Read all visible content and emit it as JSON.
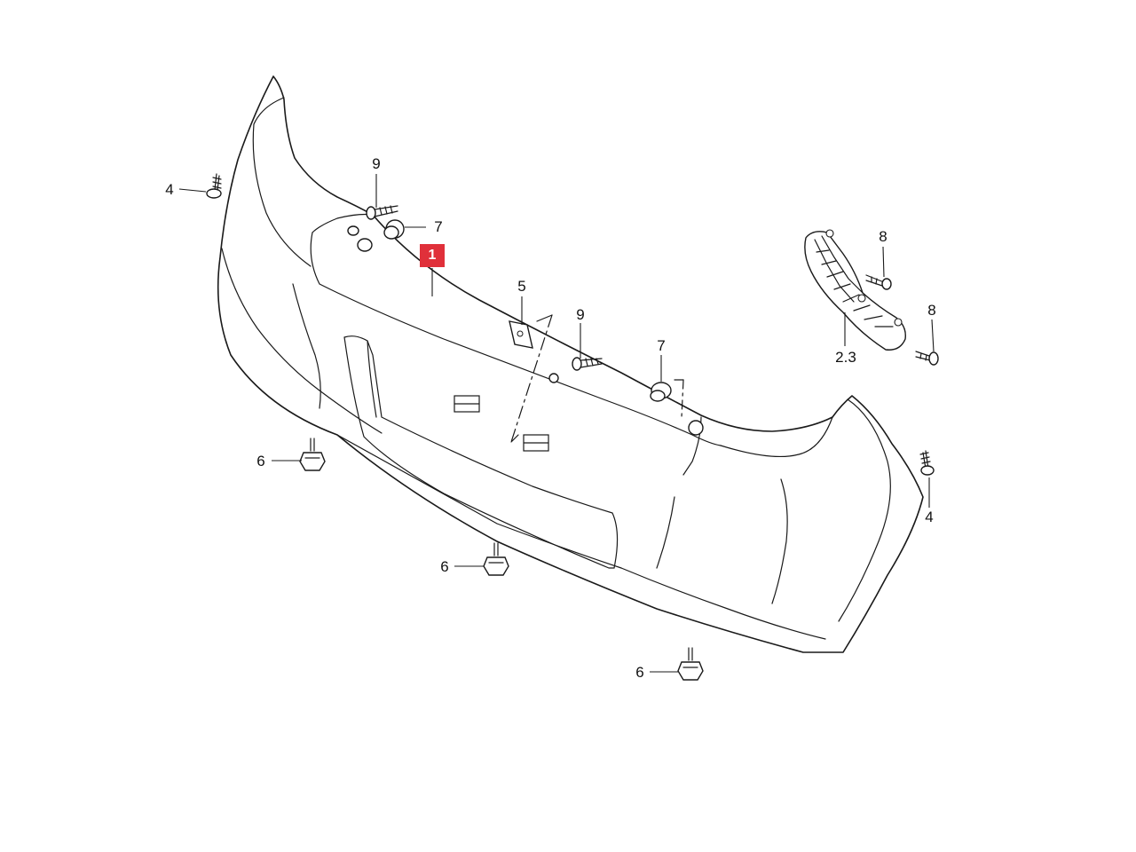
{
  "diagram": {
    "highlight_color": "#e0303a",
    "line_color": "#1a1a1a",
    "background": "#ffffff",
    "callouts": [
      {
        "id": "c-1",
        "text": "1",
        "highlighted": true
      },
      {
        "id": "c-2-3",
        "text": "2.3"
      },
      {
        "id": "c-4-left",
        "text": "4"
      },
      {
        "id": "c-4-right",
        "text": "4"
      },
      {
        "id": "c-5",
        "text": "5"
      },
      {
        "id": "c-6-left",
        "text": "6"
      },
      {
        "id": "c-6-mid",
        "text": "6"
      },
      {
        "id": "c-6-bottom",
        "text": "6"
      },
      {
        "id": "c-7-left",
        "text": "7"
      },
      {
        "id": "c-7-right",
        "text": "7"
      },
      {
        "id": "c-8-top",
        "text": "8"
      },
      {
        "id": "c-8-bottom",
        "text": "8"
      },
      {
        "id": "c-9-left",
        "text": "9"
      },
      {
        "id": "c-9-right",
        "text": "9"
      }
    ]
  }
}
